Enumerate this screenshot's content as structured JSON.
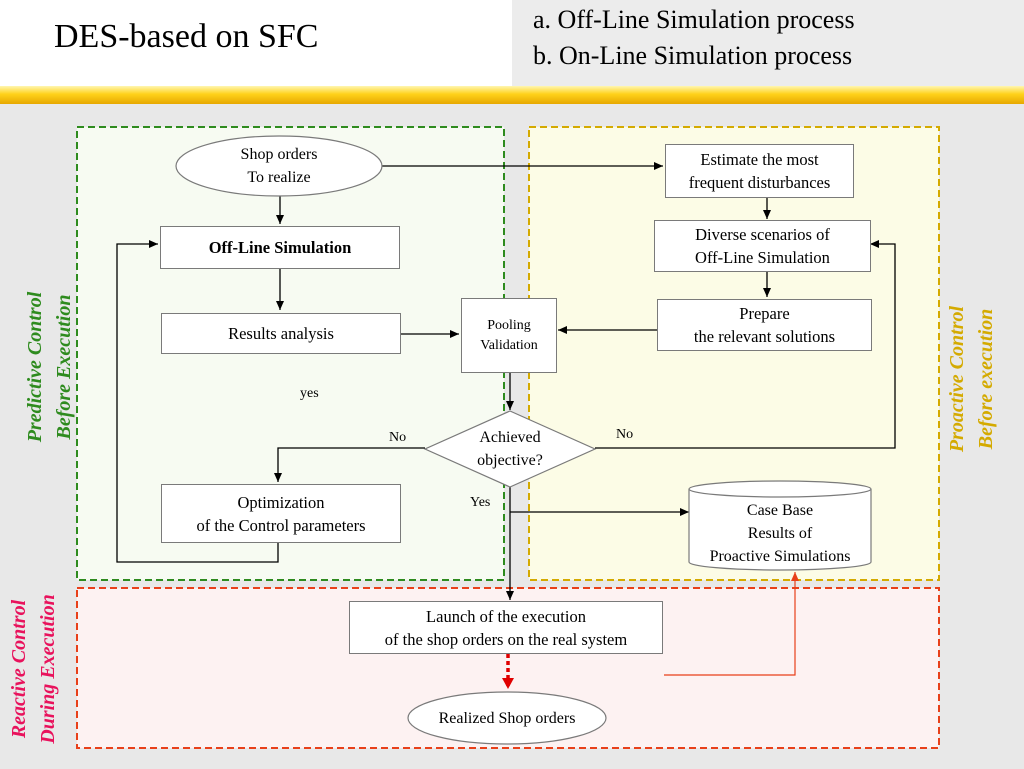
{
  "slide": {
    "title": "DES-based on SFC",
    "subtitle_a": "a. Off-Line Simulation process",
    "subtitle_b": "b. On-Line Simulation process"
  },
  "zones": {
    "predictive": "Predictive Control\nBefore Execution",
    "proactive": "Proactive Control\nBefore execution",
    "reactive": "Reactive Control\nDuring Execution"
  },
  "nodes": {
    "shop_orders": "Shop orders\nTo realize",
    "offline_sim": "Off-Line Simulation",
    "results_analysis": "Results analysis",
    "optimization": "Optimization\nof the Control parameters",
    "estimate": "Estimate the most\nfrequent disturbances",
    "diverse": "Diverse scenarios of\nOff-Line Simulation",
    "prepare": "Prepare\nthe relevant solutions",
    "pooling": "Pooling\nValidation",
    "achieved": "Achieved\nobjective?",
    "case_base": "Case Base\nResults of\nProactive Simulations",
    "launch": "Launch of the execution\nof the shop orders on the real system",
    "realized": "Realized Shop orders"
  },
  "edge_labels": {
    "yes_top": "yes",
    "no_left": "No",
    "no_right": "No",
    "yes_bottom": "Yes"
  },
  "colors": {
    "predictive": "#2e8b1e",
    "proactive": "#d4aa00",
    "reactive": "#e8401a",
    "reactive_text": "#e8125c"
  }
}
